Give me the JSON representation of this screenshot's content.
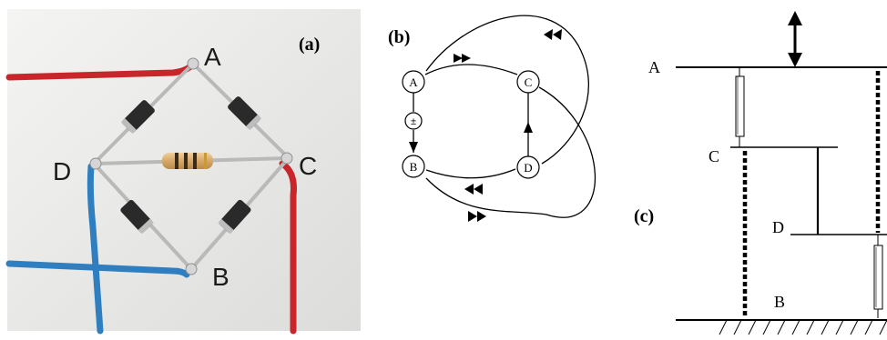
{
  "panel_a": {
    "tag": "(a)",
    "nodes": {
      "A": "A",
      "B": "B",
      "C": "C",
      "D": "D"
    }
  },
  "panel_b": {
    "tag": "(b)",
    "nodes": {
      "A": "A",
      "B": "B",
      "C": "C",
      "D": "D"
    },
    "source_symbol": "±"
  },
  "panel_c": {
    "tag": "(c)",
    "labels": {
      "A": "A",
      "B": "B",
      "C": "C",
      "D": "D"
    }
  },
  "colors": {
    "wire_red": "#c8262b",
    "wire_blue": "#2f7fc0",
    "diode_body": "#2a2a2a",
    "resistor_body": "#d9b07a",
    "lead": "#b9b9b9",
    "ink": "#000000"
  }
}
